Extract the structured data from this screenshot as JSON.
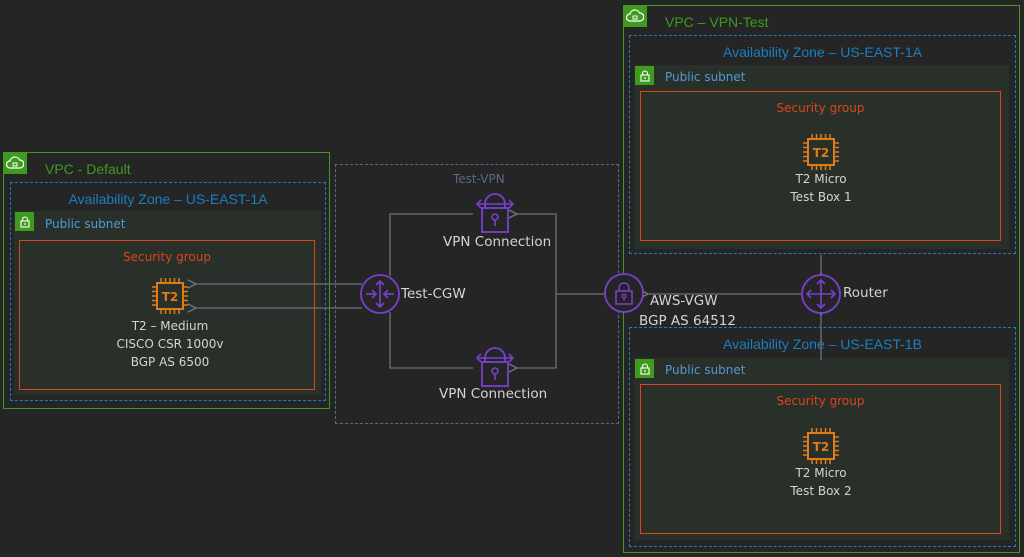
{
  "colors": {
    "background": "#252526",
    "vpc": "#3f9a1f",
    "availability_zone": "#1a7fc0",
    "subnet_bg": "#29302a",
    "security_group": "#d9461d",
    "vpn_group": "#5b6b80",
    "connector": "#6b7280",
    "network_icon": "#7b3fd0",
    "compute_icon": "#e07b1a",
    "text": "#d4d4d4"
  },
  "left_vpc": {
    "title": "VPC - Default",
    "icon": "vpc-cloud-icon",
    "az": {
      "title": "Availability Zone – US-EAST-1A",
      "subnet": {
        "title": "Public subnet",
        "icon": "lock-icon",
        "security_group": {
          "title": "Security group",
          "instance": {
            "icon": "ec2-instance-icon",
            "icon_text": "T2",
            "lines": [
              "T2 – Medium",
              "CISCO CSR 1000v",
              "BGP AS 6500"
            ]
          }
        }
      }
    }
  },
  "vpn_group": {
    "title": "Test-VPN",
    "customer_gateway": {
      "label": "Test-CGW",
      "icon": "customer-gateway-icon"
    },
    "connections": [
      {
        "label": "VPN Connection",
        "icon": "vpn-connection-icon"
      },
      {
        "label": "VPN Connection",
        "icon": "vpn-connection-icon"
      }
    ]
  },
  "vgw": {
    "lines": [
      "AWS-VGW",
      "BGP AS 64512"
    ],
    "icon": "vpn-gateway-icon"
  },
  "router": {
    "label": "Router",
    "icon": "router-icon"
  },
  "right_vpc": {
    "title": "VPC – VPN-Test",
    "icon": "vpc-cloud-icon",
    "azs": [
      {
        "title": "Availability Zone – US-EAST-1A",
        "subnet": {
          "title": "Public subnet",
          "security_group": {
            "title": "Security group",
            "instance": {
              "icon_text": "T2",
              "lines": [
                "T2 Micro",
                "Test Box 1"
              ]
            }
          }
        }
      },
      {
        "title": "Availability Zone – US-EAST-1B",
        "subnet": {
          "title": "Public subnet",
          "security_group": {
            "title": "Security group",
            "instance": {
              "icon_text": "T2",
              "lines": [
                "T2 Micro",
                "Test Box 2"
              ]
            }
          }
        }
      }
    ]
  }
}
